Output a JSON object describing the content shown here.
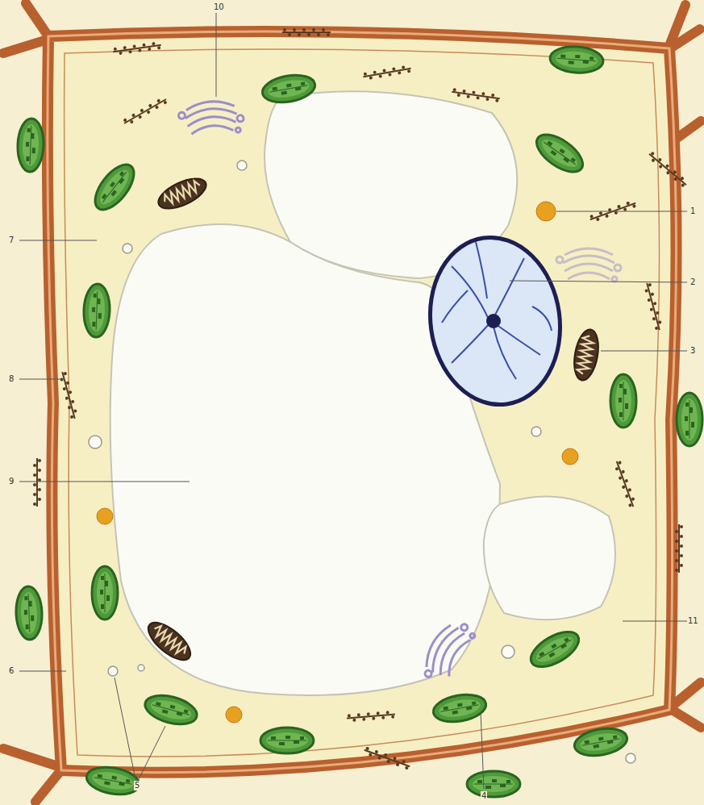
{
  "diagram": {
    "labels": [
      "10",
      "1",
      "2",
      "3",
      "11",
      "4",
      "5",
      "6",
      "9",
      "8",
      "7"
    ]
  }
}
